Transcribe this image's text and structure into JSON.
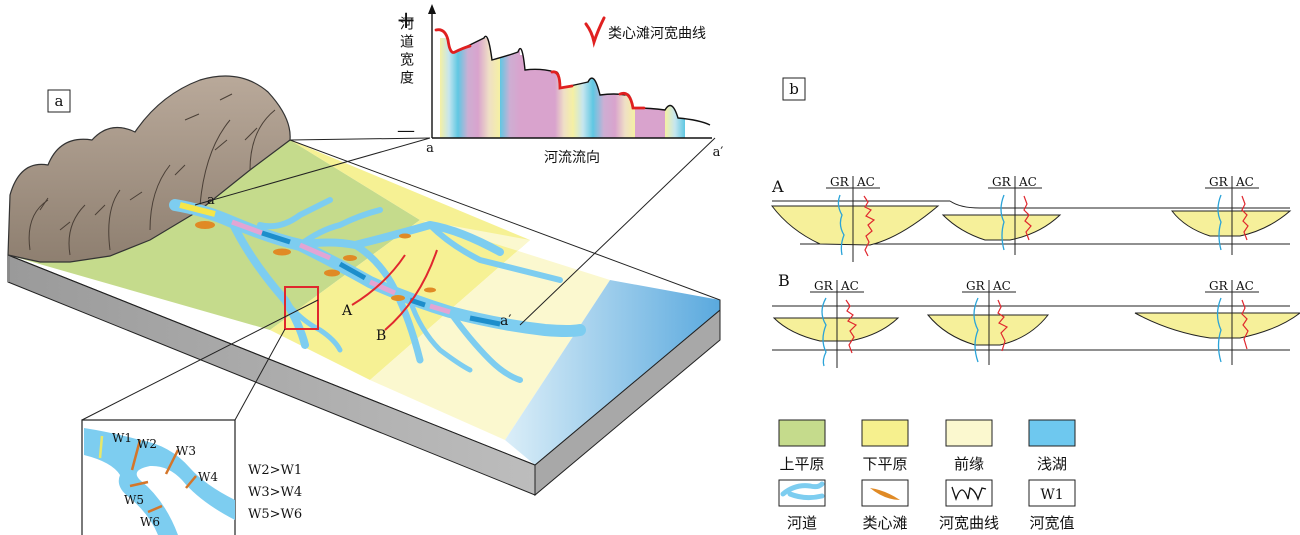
{
  "panel_a": {
    "label": "a",
    "point_a": "a",
    "point_a_prime": "a′",
    "section_A": "A",
    "section_B": "B",
    "inset": {
      "widths": [
        "W1",
        "W2",
        "W3",
        "W4",
        "W5",
        "W6"
      ],
      "relations": [
        "W2>W1",
        "W3>W4",
        "W5>W6"
      ]
    }
  },
  "width_chart": {
    "y_axis_label": "河道宽度",
    "y_plus": "+",
    "y_minus": "—",
    "x_axis_label": "河流流向",
    "x_start": "a",
    "x_end": "a′",
    "legend_label": "类心滩河宽曲线",
    "curve_color": "#e02020"
  },
  "panel_b": {
    "label": "b",
    "row_A": "A",
    "row_B": "B",
    "log_gr": "GR",
    "log_ac": "AC",
    "gr_color": "#2aa3d8",
    "ac_color": "#e0282e"
  },
  "legend": {
    "items": [
      {
        "label": "上平原",
        "color": "#c5db8c"
      },
      {
        "label": "下平原",
        "color": "#f6f08e"
      },
      {
        "label": "前缘",
        "color": "#fbf8cf"
      },
      {
        "label": "浅湖",
        "color": "#6ec8ef"
      },
      {
        "label": "河道",
        "color": "#7dcdf0"
      },
      {
        "label": "类心滩",
        "color": "#e08a25"
      },
      {
        "label": "河宽曲线",
        "color": "#111111"
      },
      {
        "label": "河宽值",
        "color": "#111111"
      }
    ],
    "width_value_symbol": "W1"
  }
}
